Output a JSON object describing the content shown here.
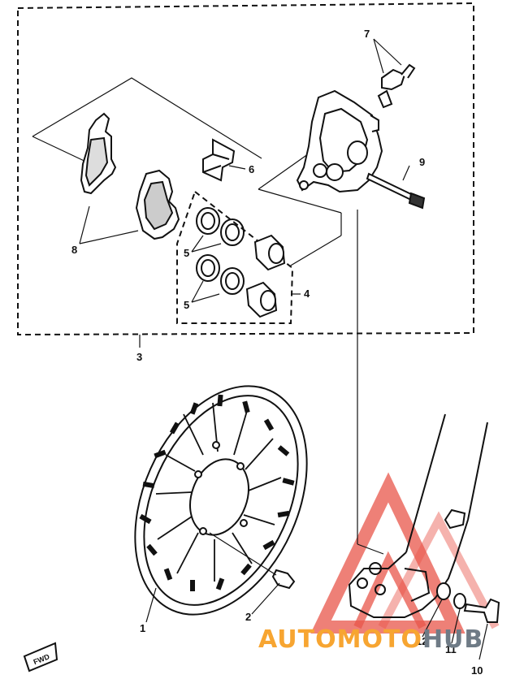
{
  "callouts": {
    "n1": "1",
    "n2": "2",
    "n3": "3",
    "n4": "4",
    "n5a": "5",
    "n5b": "5",
    "n6": "6",
    "n7": "7",
    "n8": "8",
    "n9": "9",
    "n10": "10",
    "n11": "11",
    "n12": "12"
  },
  "fwd_label": "FWD",
  "watermark": {
    "part1": "AUTOMOTO",
    "part2": "HUB",
    "color1": "#f7a531",
    "color2": "#6f7b86",
    "logo_color": "#e8554a"
  },
  "line_color": "#111111"
}
